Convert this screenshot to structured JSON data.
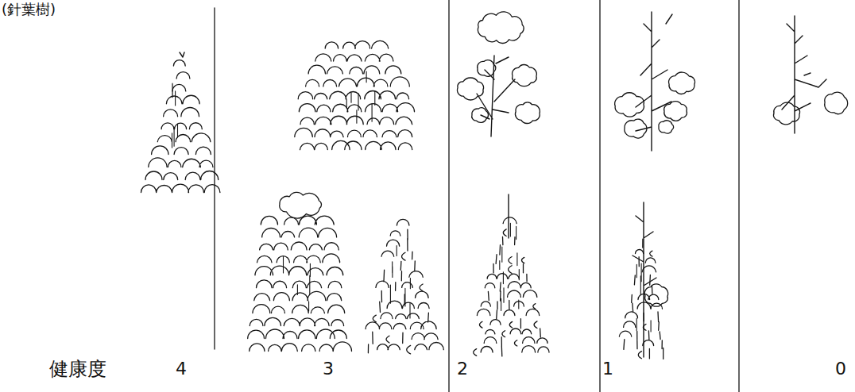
{
  "diagram": {
    "labels": [
      "(針葉樹)",
      "健康度",
      "4",
      "3",
      "2",
      "1",
      "0"
    ]
  }
}
